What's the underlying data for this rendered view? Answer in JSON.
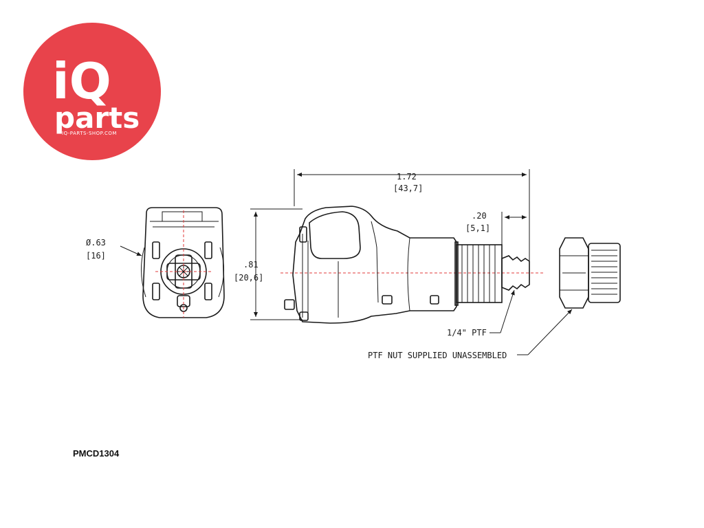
{
  "logo": {
    "line1": "iQ",
    "line2": "parts",
    "tagline": "IQ-PARTS-SHOP.COM",
    "color": "#e8434b"
  },
  "part_number": "PMCD1304",
  "dimensions": {
    "diameter_in": "Ø.63",
    "diameter_mm": "[16]",
    "height_in": ".81",
    "height_mm": "[20,6]",
    "length_in": "1.72",
    "length_mm": "[43,7]",
    "barb_in": ".20",
    "barb_mm": "[5,1]"
  },
  "callouts": {
    "thread": "1/4\" PTF",
    "nut": "PTF NUT SUPPLIED UNASSEMBLED"
  }
}
